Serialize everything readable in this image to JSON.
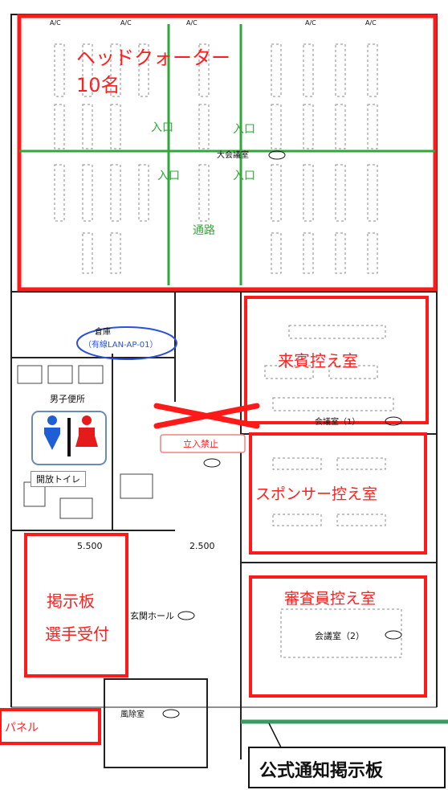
{
  "headquarters": {
    "line1": "ヘッドクォーター",
    "line2": "10名"
  },
  "great_hall": {
    "name": "大会議室",
    "entrances": [
      "入口",
      "入口",
      "入口",
      "入口"
    ],
    "aisle": "通路",
    "ac_tag": "A/C"
  },
  "storage": {
    "name": "倉庫",
    "ap_label": "（有線LAN-AP-01）"
  },
  "restroom": {
    "male": "男子便所",
    "open_toilet_label": "開放トイレ",
    "colors": {
      "male": "#1f5fd6",
      "female": "#e51a1a"
    }
  },
  "no_entry": "立入禁止",
  "vip_room": {
    "name": "来賓控え室",
    "room": "会議室（1）"
  },
  "sponsor_room": {
    "name": "スポンサー控え室"
  },
  "judges_room": {
    "name": "審査員控え室",
    "room": "会議室（2）"
  },
  "bulletin": {
    "line1": "掲示板",
    "line2": "選手受付"
  },
  "dimensions": {
    "left": "5.500",
    "right": "2.500"
  },
  "entrance_hall": "玄関ホール",
  "windbreak": "風除室",
  "panel": "パネル",
  "official_board": "公式通知掲示板"
}
